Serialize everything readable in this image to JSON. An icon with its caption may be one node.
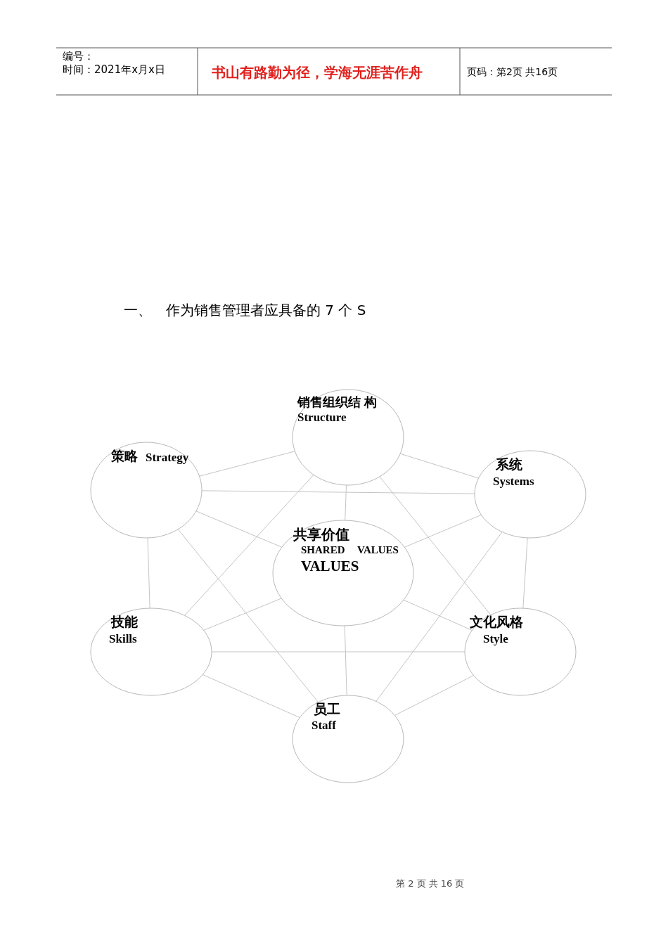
{
  "diagram": {
    "title": "作为销售管理者应具备的 7 个 S",
    "nodes": [
      {
        "text": [
          "销售组织结 构",
          "Structure"
        ]
      },
      {
        "text": [
          "策略",
          "Strategy"
        ]
      },
      {
        "text": [
          "系统",
          "Systems"
        ]
      },
      {
        "text": [
          "共享价值",
          "SHARED VALUES",
          "VALUES"
        ]
      },
      {
        "text": [
          "技能",
          "Skills"
        ]
      },
      {
        "text": [
          "文化风格",
          "Style"
        ]
      },
      {
        "text": [
          "员工",
          "Staff"
        ]
      }
    ],
    "edges": [
      {
        "from": 0,
        "to": 1,
        "arrow": "none"
      },
      {
        "from": 0,
        "to": 2,
        "arrow": "none"
      },
      {
        "from": 0,
        "to": 3,
        "arrow": "none"
      },
      {
        "from": 0,
        "to": 4,
        "arrow": "none"
      },
      {
        "from": 0,
        "to": 5,
        "arrow": "none"
      },
      {
        "from": 1,
        "to": 2,
        "arrow": "none"
      },
      {
        "from": 1,
        "to": 3,
        "arrow": "none"
      },
      {
        "from": 1,
        "to": 4,
        "arrow": "none"
      },
      {
        "from": 1,
        "to": 6,
        "arrow": "none"
      },
      {
        "from": 2,
        "to": 3,
        "arrow": "none"
      },
      {
        "from": 2,
        "to": 5,
        "arrow": "none"
      },
      {
        "from": 2,
        "to": 6,
        "arrow": "none"
      },
      {
        "from": 3,
        "to": 4,
        "arrow": "none"
      },
      {
        "from": 3,
        "to": 5,
        "arrow": "none"
      },
      {
        "from": 3,
        "to": 6,
        "arrow": "none"
      },
      {
        "from": 4,
        "to": 5,
        "arrow": "none"
      },
      {
        "from": 4,
        "to": 6,
        "arrow": "none"
      },
      {
        "from": 5,
        "to": 6,
        "arrow": "none"
      }
    ],
    "labels": [
      "编号：",
      "时间：2021年x月x日",
      "书山有路勤为径，学海无涯苦作舟",
      "页码：第2页 共16页",
      "一、",
      "第 2 页 共 16 页"
    ]
  }
}
